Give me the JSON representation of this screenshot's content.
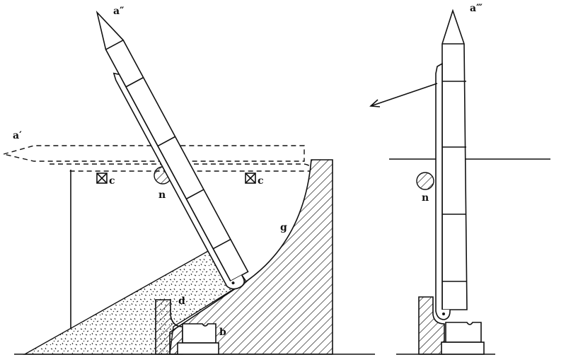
{
  "figure": {
    "labels": {
      "rocket_raised": "a″",
      "rocket_horizontal": "a′",
      "support_left": "c",
      "support_right": "c",
      "pivot_left": "n",
      "curved_surface": "g",
      "stop": "d",
      "base_block": "b",
      "rocket_vertical": "a‴",
      "pivot_right": "n"
    }
  }
}
